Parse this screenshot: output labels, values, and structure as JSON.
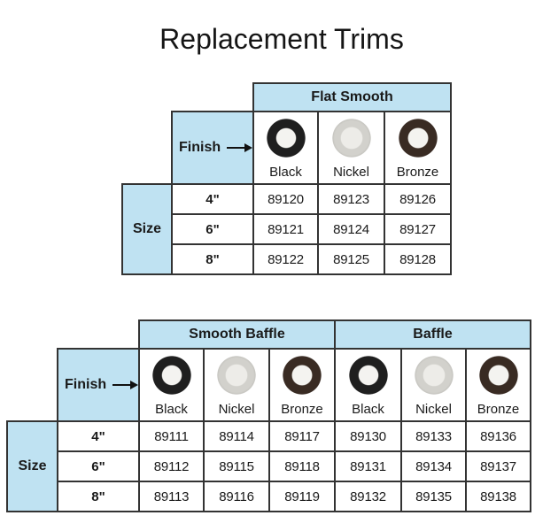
{
  "title": "Replacement Trims",
  "colors": {
    "header_bg": "#BFE2F2",
    "border": "#333333",
    "text": "#1A1A1A",
    "ring_black": "#1F1F1F",
    "ring_nickel": "#D2D1CC",
    "ring_bronze": "#392B23",
    "ring_hole": "#F4F3F0"
  },
  "icons": {
    "finish_arrow": "right-arrow",
    "trim_ring": "recessed-light-trim-ring"
  },
  "labels": {
    "finish": "Finish",
    "size": "Size"
  },
  "tables": [
    {
      "id": "flat-smooth",
      "group_headers": [
        {
          "label": "Flat Smooth",
          "span": 3
        }
      ],
      "finishes": [
        {
          "label": "Black",
          "ring": "black"
        },
        {
          "label": "Nickel",
          "ring": "nickel"
        },
        {
          "label": "Bronze",
          "ring": "bronze"
        }
      ],
      "rows": [
        {
          "size": "4\"",
          "values": [
            "89120",
            "89123",
            "89126"
          ]
        },
        {
          "size": "6\"",
          "values": [
            "89121",
            "89124",
            "89127"
          ]
        },
        {
          "size": "8\"",
          "values": [
            "89122",
            "89125",
            "89128"
          ]
        }
      ]
    },
    {
      "id": "smooth-baffle-and-baffle",
      "group_headers": [
        {
          "label": "Smooth Baffle",
          "span": 3
        },
        {
          "label": "Baffle",
          "span": 3
        }
      ],
      "finishes": [
        {
          "label": "Black",
          "ring": "black"
        },
        {
          "label": "Nickel",
          "ring": "nickel"
        },
        {
          "label": "Bronze",
          "ring": "bronze"
        },
        {
          "label": "Black",
          "ring": "black"
        },
        {
          "label": "Nickel",
          "ring": "nickel"
        },
        {
          "label": "Bronze",
          "ring": "bronze"
        }
      ],
      "rows": [
        {
          "size": "4\"",
          "values": [
            "89111",
            "89114",
            "89117",
            "89130",
            "89133",
            "89136"
          ]
        },
        {
          "size": "6\"",
          "values": [
            "89112",
            "89115",
            "89118",
            "89131",
            "89134",
            "89137"
          ]
        },
        {
          "size": "8\"",
          "values": [
            "89113",
            "89116",
            "89119",
            "89132",
            "89135",
            "89138"
          ]
        }
      ]
    }
  ]
}
